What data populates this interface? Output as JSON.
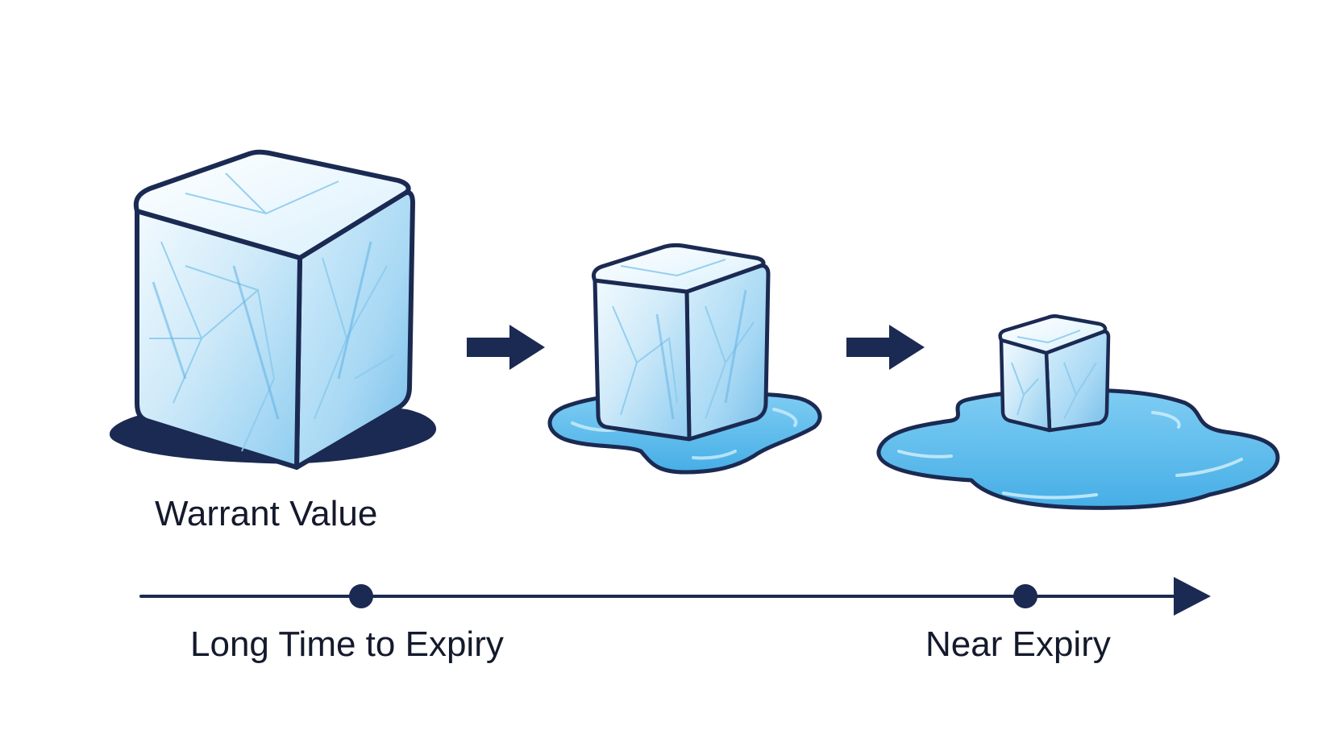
{
  "labels": {
    "warrant_value": "Warrant Value",
    "timeline_start": "Long Time to Expiry",
    "timeline_end": "Near Expiry"
  },
  "colors": {
    "outline": "#1b2a52",
    "ice_light": "#eaf6fd",
    "ice_mid": "#bfe3f7",
    "ice_deep": "#7cc3ec",
    "water": "#56b8ea",
    "water_light": "#a9dcf6",
    "shadow": "#1b2a52",
    "text": "#141a2c"
  },
  "icons": [
    "large-ice-cube-icon",
    "medium-ice-cube-icon",
    "small-ice-cube-icon",
    "arrow-right-icon",
    "timeline-arrowhead-icon"
  ]
}
